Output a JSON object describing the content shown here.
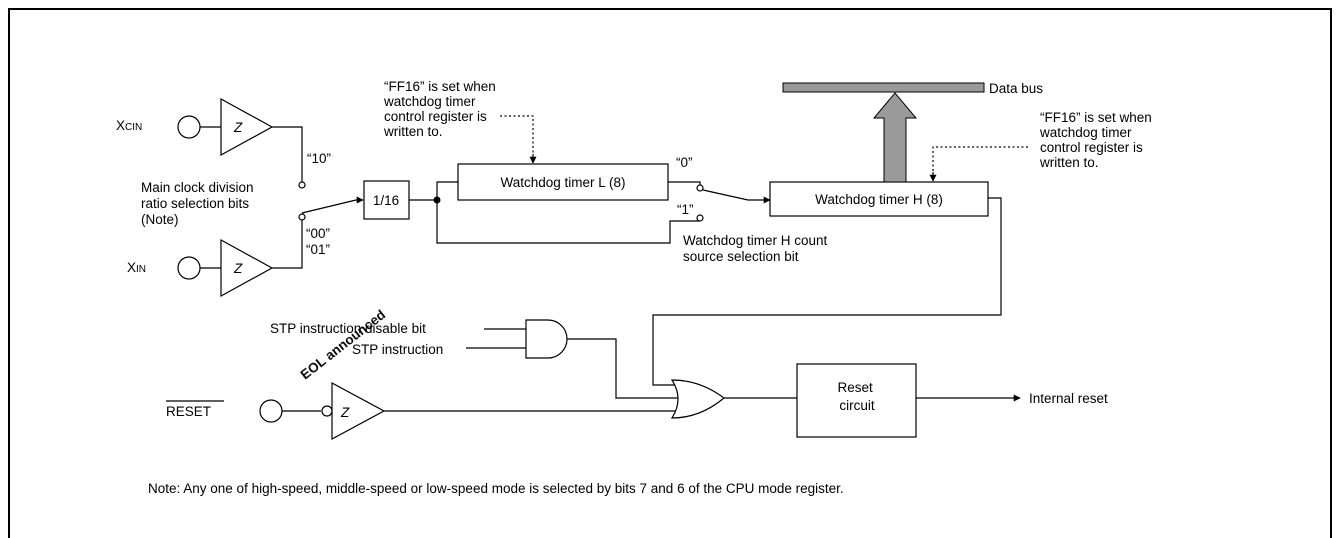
{
  "watermark": "EOL announced",
  "inputs": {
    "xcin": {
      "main": "X",
      "sub": "CIN"
    },
    "xin": {
      "main": "X",
      "sub": "IN"
    },
    "reset": "RESET"
  },
  "buffer_symbol": "Z",
  "switch_labels": {
    "s10": "“10”",
    "s00": "“00”",
    "s01": "“01”",
    "s0": "“0”",
    "s1": "“1”"
  },
  "main_clock_note": [
    "Main clock division",
    "ratio selection bits",
    "(Note)"
  ],
  "divider": "1/16",
  "watchdog_l": "Watchdog timer L (8)",
  "watchdog_h": "Watchdog timer H (8)",
  "ff_note_l": [
    "“FF16” is set when",
    "watchdog timer",
    "control register is",
    "written to."
  ],
  "ff_note_h": [
    "“FF16” is set when",
    "watchdog timer",
    "control register is",
    "written to."
  ],
  "data_bus": "Data bus",
  "count_source": [
    "Watchdog timer H count",
    "source selection bit"
  ],
  "stp_disable": "STP instruction disable bit",
  "stp_instruction": "STP instruction",
  "reset_circuit": [
    "Reset",
    "circuit"
  ],
  "internal_reset": "Internal reset",
  "note": "Note: Any one of high-speed, middle-speed or low-speed mode is selected by bits 7 and 6 of the CPU mode register."
}
